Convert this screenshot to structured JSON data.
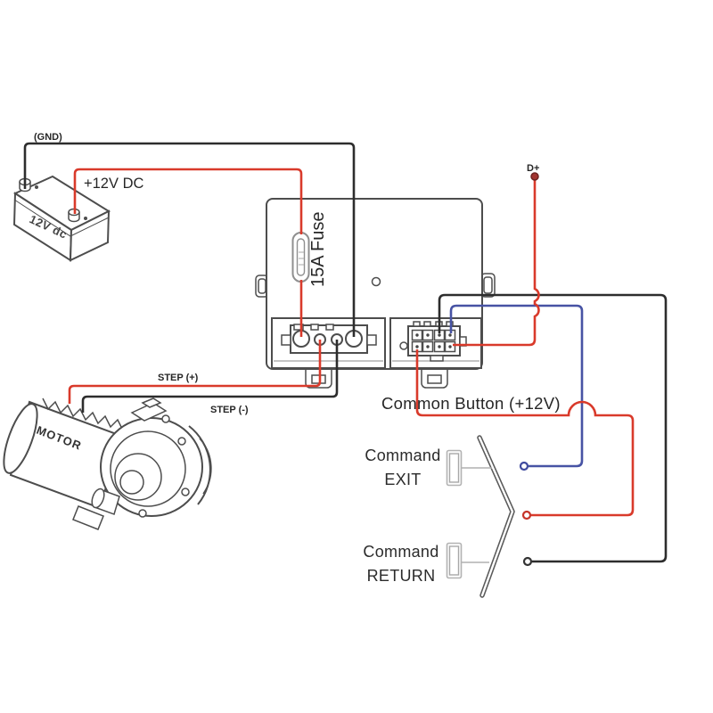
{
  "battery": {
    "label": "12V dc",
    "gnd_label": "(GND)",
    "positive_label": "+12V DC"
  },
  "controller": {
    "fuse_label": "15A Fuse"
  },
  "motor": {
    "label": "MOTOR",
    "step_plus_label": "STEP (+)",
    "step_minus_label": "STEP (-)"
  },
  "signals": {
    "d_plus_label": "D+",
    "common_label": "Common Button (+12V)"
  },
  "switches": {
    "exit_line1": "Command",
    "exit_line2": "EXIT",
    "return_line1": "Command",
    "return_line2": "RETURN"
  },
  "colors": {
    "positive_wire": "#d93a2b",
    "ground_wire": "#2d2d2d",
    "command_wire": "#4753a4",
    "outline": "#4d4d4d"
  }
}
